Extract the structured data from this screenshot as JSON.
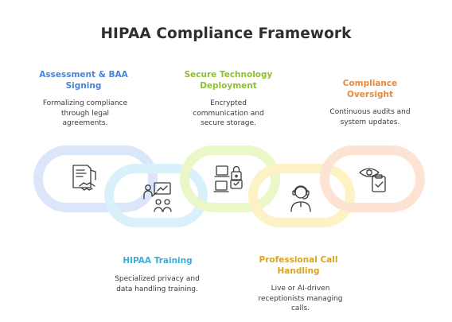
{
  "title": "HIPAA Compliance Framework",
  "steps": [
    {
      "title": "Assessment & BAA Signing",
      "title_lines": [
        "Assessment & BAA",
        "Signing"
      ],
      "desc_lines": [
        "Formalizing compliance",
        "through legal",
        "agreements."
      ],
      "color": "#4a84d6",
      "ring_color": "#dbe6fa",
      "icon": "document-handshake-icon"
    },
    {
      "title": "HIPAA Training",
      "title_lines": [
        "HIPAA Training"
      ],
      "desc_lines": [
        "Specialized privacy and",
        "data handling training."
      ],
      "color": "#3aaed6",
      "ring_color": "#d9f1fa",
      "icon": "presenter-audience-icon"
    },
    {
      "title": "Secure Technology Deployment",
      "title_lines": [
        "Secure Technology",
        "Deployment"
      ],
      "desc_lines": [
        "Encrypted",
        "communication and",
        "secure storage."
      ],
      "color": "#8fbf2f",
      "ring_color": "#eaf7c9",
      "icon": "secure-devices-icon"
    },
    {
      "title": "Professional Call Handling",
      "title_lines": [
        "Professional Call",
        "Handling"
      ],
      "desc_lines": [
        "Live or AI-driven",
        "receptionists managing",
        "calls."
      ],
      "color": "#d6a51f",
      "ring_color": "#fcf2c3",
      "icon": "receptionist-headset-icon"
    },
    {
      "title": "Compliance Oversight",
      "title_lines": [
        "Compliance",
        "Oversight"
      ],
      "desc_lines": [
        "Continuous audits and",
        "system updates."
      ],
      "color": "#e6893a",
      "ring_color": "#fde4d2",
      "icon": "eye-checklist-icon"
    }
  ]
}
